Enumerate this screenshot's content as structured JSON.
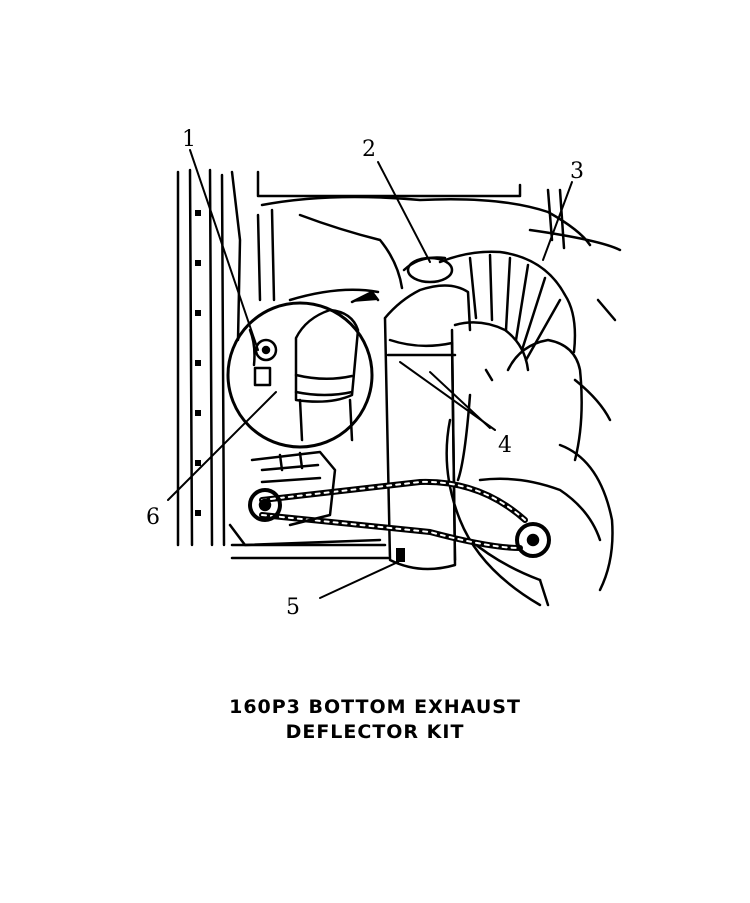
{
  "callouts": [
    "1",
    "2",
    "3",
    "4",
    "5",
    "6"
  ],
  "caption": {
    "line1": "160P3 BOTTOM EXHAUST",
    "line2": "DEFLECTOR KIT"
  },
  "colors": {
    "ink": "#000000",
    "paper": "#ffffff"
  }
}
